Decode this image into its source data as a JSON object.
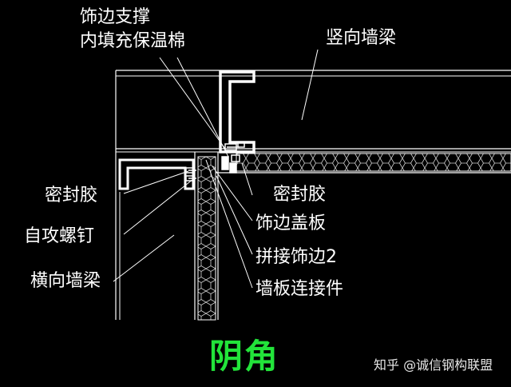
{
  "labels": {
    "trim_support": "饰边支撑",
    "insulation_fill": "内填充保温棉",
    "vertical_beam": "竖向墙梁",
    "sealant_left": "密封胶",
    "self_tapping_screw": "自攻螺钉",
    "horizontal_beam": "横向墙梁",
    "sealant_right": "密封胶",
    "trim_cover": "饰边盖板",
    "joint_trim_2": "拼接饰边2",
    "panel_connector": "墙板连接件"
  },
  "title": "阴角",
  "watermark": "知乎 @诚信钢构联盟",
  "colors": {
    "background": "#000000",
    "lines": "#ffffff",
    "title": "#22e43a"
  }
}
